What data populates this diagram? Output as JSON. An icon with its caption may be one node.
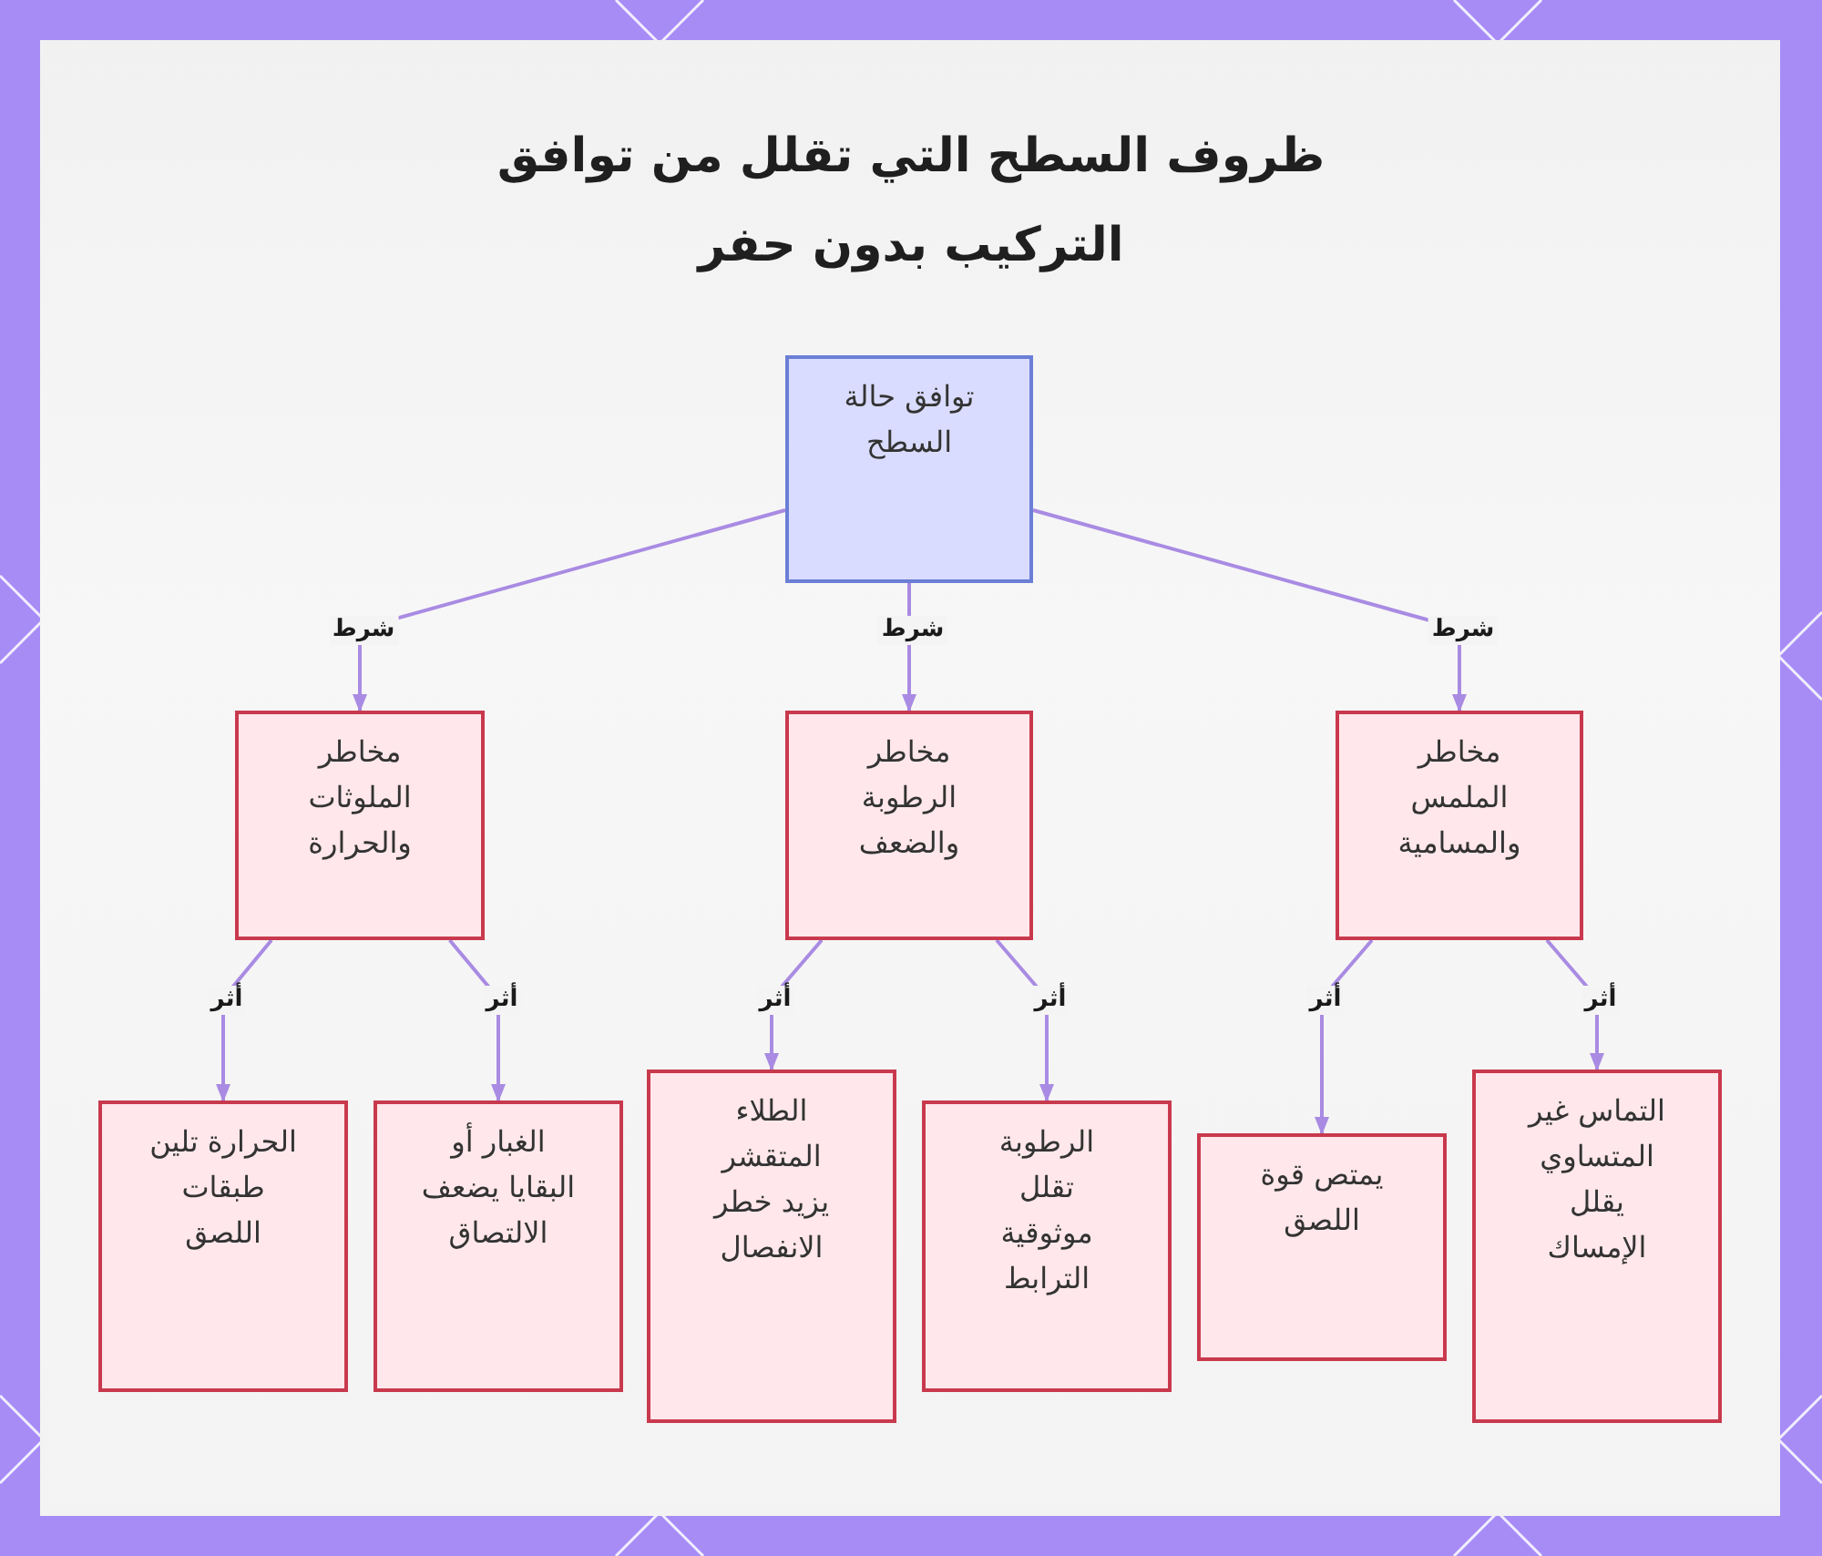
{
  "diagram": {
    "title": "ظروف السطح التي تقلل من توافق التركيب بدون حفر",
    "nodes": [
      {
        "text": [
          "توافق حالة السطح"
        ]
      },
      {
        "text": [
          "مخاطر الملمس والمسامية"
        ]
      },
      {
        "text": [
          "مخاطر الرطوبة والضعف"
        ]
      },
      {
        "text": [
          "مخاطر الملوثات والحرارة"
        ]
      },
      {
        "text": [
          "التماس غير المتساوي يقلل الإمساك"
        ]
      },
      {
        "text": [
          "يمتص قوة اللصق"
        ]
      },
      {
        "text": [
          "الرطوبة تقلل موثوقية الترابط"
        ]
      },
      {
        "text": [
          "الطلاء المتقشر يزيد خطر الانفصال"
        ]
      },
      {
        "text": [
          "الغبار أو البقايا يضعف الالتصاق"
        ]
      },
      {
        "text": [
          "الحرارة تلين طبقات اللصق"
        ]
      }
    ],
    "edges": [
      {
        "from": 0,
        "to": 1,
        "arrow": "to",
        "label": "شرط"
      },
      {
        "from": 0,
        "to": 2,
        "arrow": "to",
        "label": "شرط"
      },
      {
        "from": 0,
        "to": 3,
        "arrow": "to",
        "label": "شرط"
      },
      {
        "from": 1,
        "to": 4,
        "arrow": "to",
        "label": "أثر"
      },
      {
        "from": 1,
        "to": 5,
        "arrow": "to",
        "label": "أثر"
      },
      {
        "from": 2,
        "to": 6,
        "arrow": "to",
        "label": "أثر"
      },
      {
        "from": 2,
        "to": 7,
        "arrow": "to",
        "label": "أثر"
      },
      {
        "from": 3,
        "to": 8,
        "arrow": "to",
        "label": "أثر"
      },
      {
        "from": 3,
        "to": 9,
        "arrow": "to",
        "label": "أثر"
      }
    ]
  }
}
